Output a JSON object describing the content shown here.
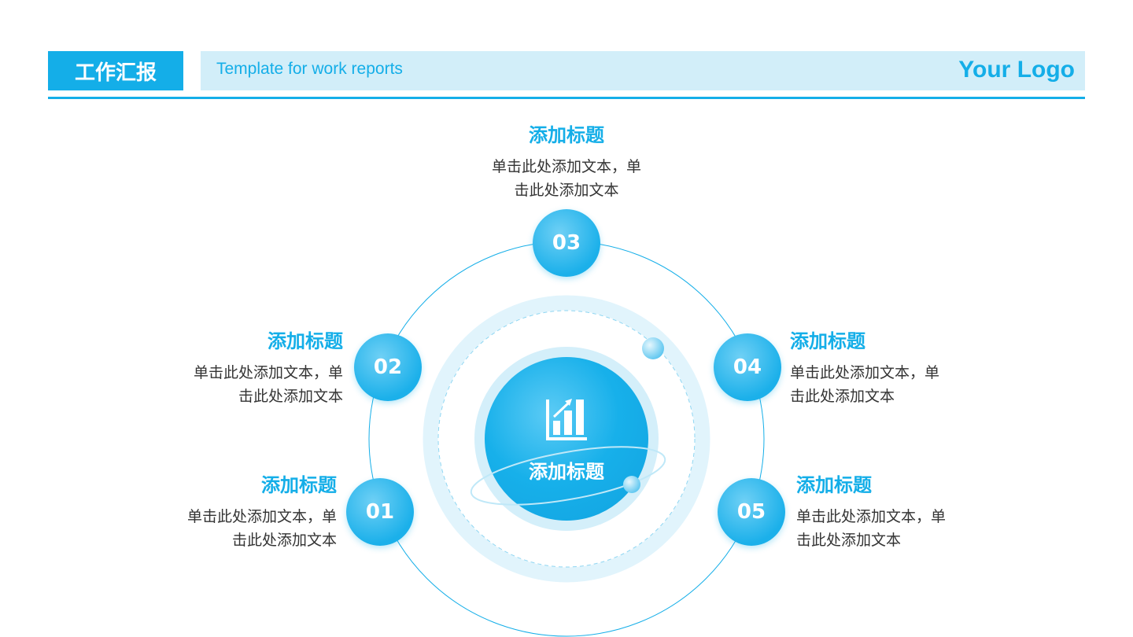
{
  "header": {
    "title": "工作汇报",
    "subtitle": "Template for work reports",
    "logo": "Your Logo"
  },
  "center": {
    "title": "添加标题",
    "icon": "bar-chart-growth-icon"
  },
  "items": [
    {
      "num": "01",
      "title": "添加标题",
      "desc1": "单击此处添加文本，单",
      "desc2": "击此处添加文本"
    },
    {
      "num": "02",
      "title": "添加标题",
      "desc1": "单击此处添加文本，单",
      "desc2": "击此处添加文本"
    },
    {
      "num": "03",
      "title": "添加标题",
      "desc1": "单击此处添加文本，单",
      "desc2": "击此处添加文本"
    },
    {
      "num": "04",
      "title": "添加标题",
      "desc1": "单击此处添加文本，单",
      "desc2": "击此处添加文本"
    },
    {
      "num": "05",
      "title": "添加标题",
      "desc1": "单击此处添加文本，单",
      "desc2": "击此处添加文本"
    }
  ],
  "colors": {
    "accent": "#14aee8",
    "light": "#d2eef9"
  }
}
